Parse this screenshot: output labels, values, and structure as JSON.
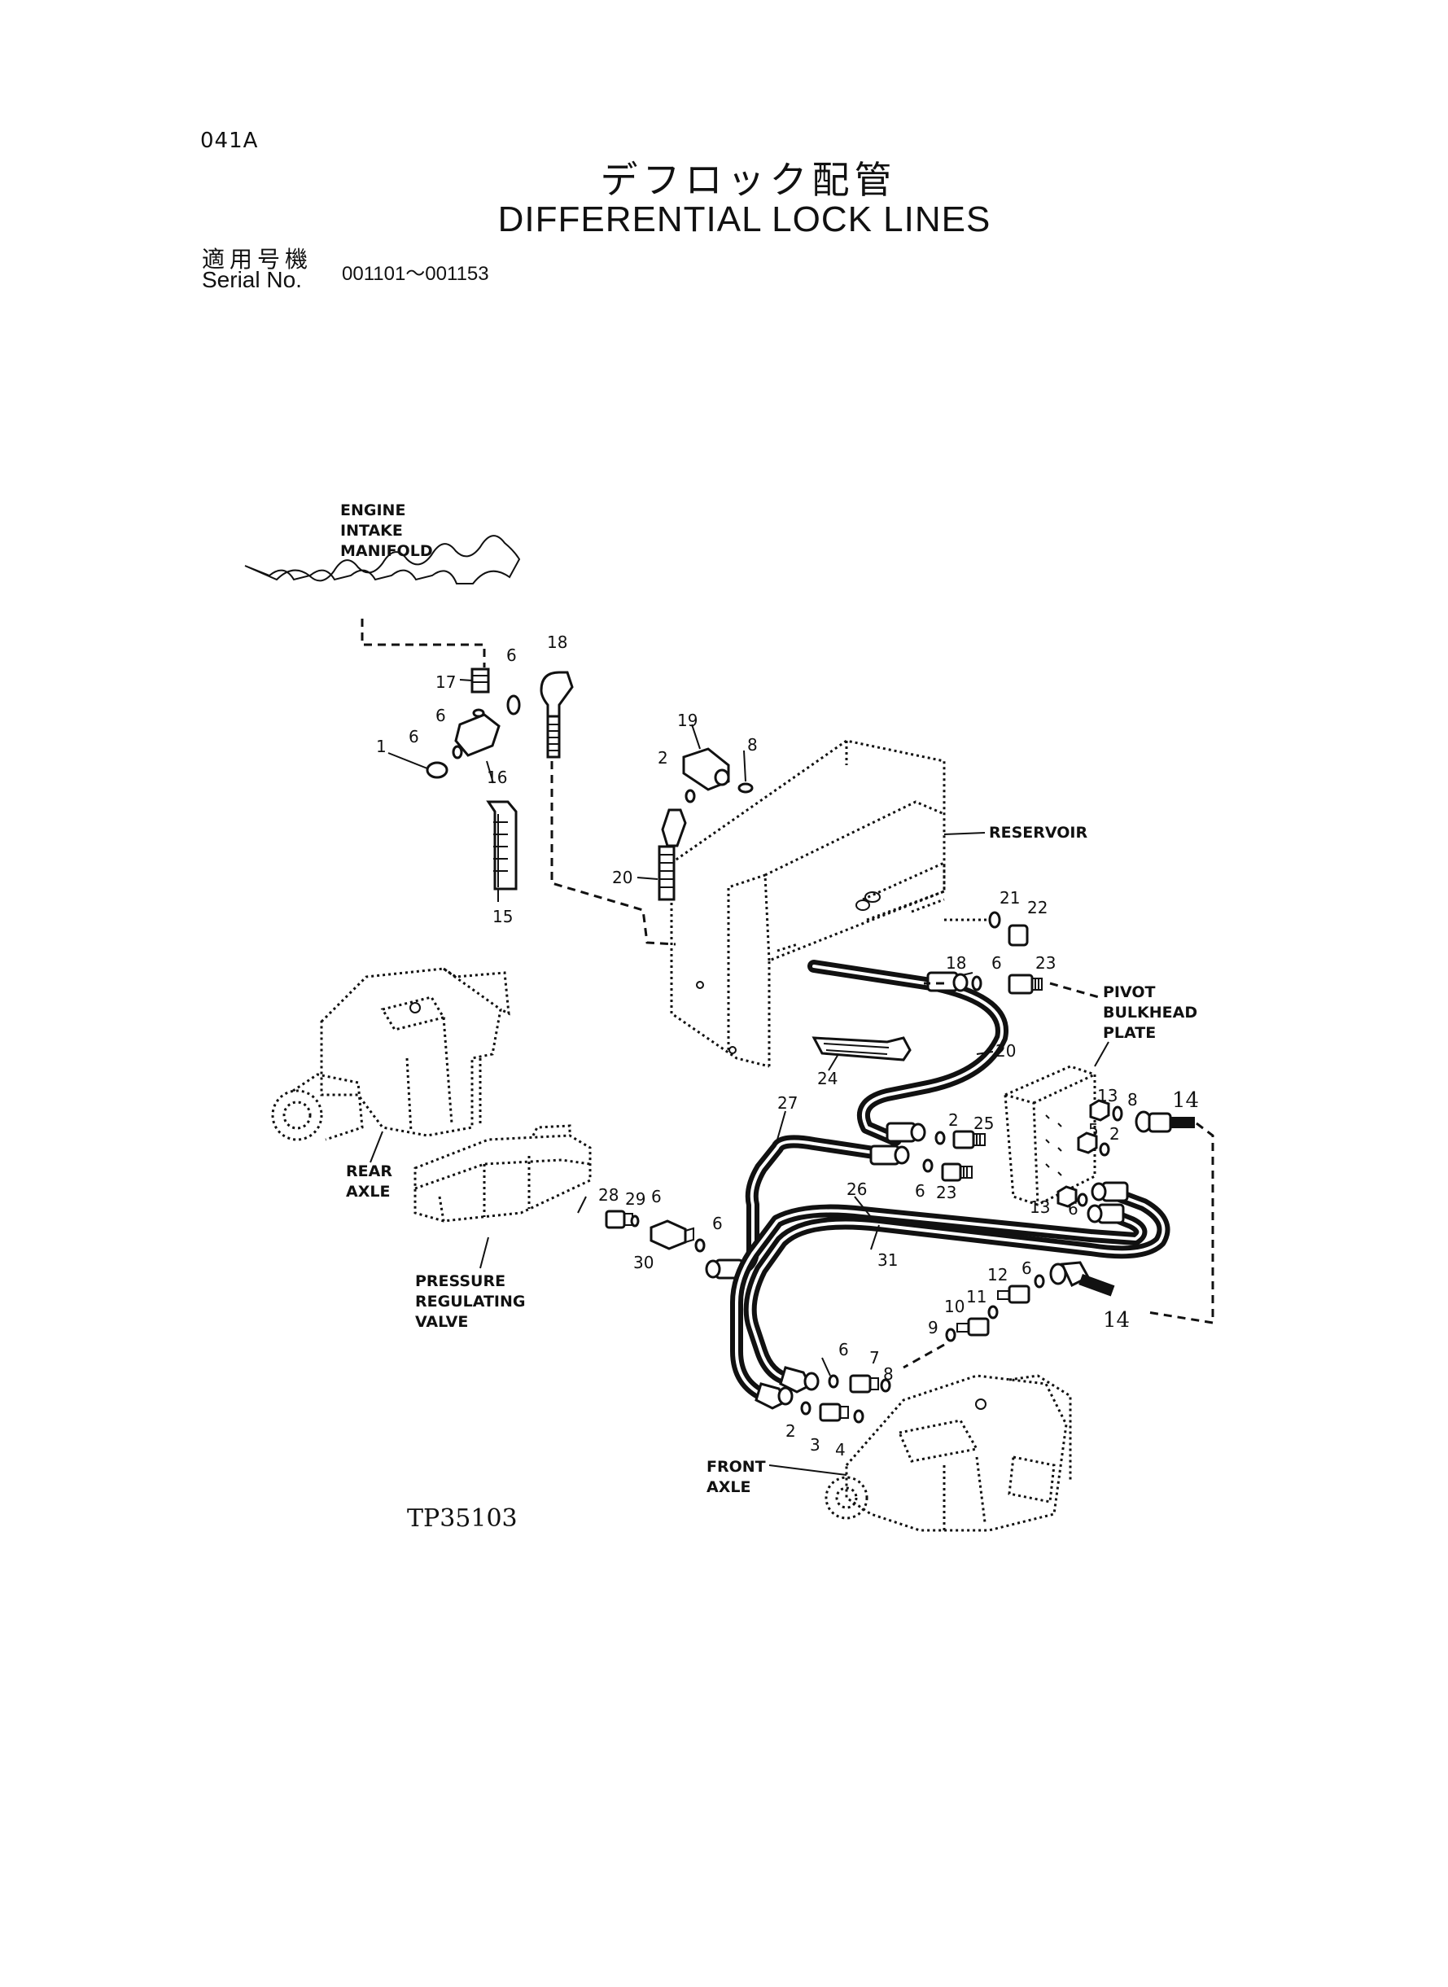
{
  "header": {
    "page_code": "041A",
    "title_jp": "デフロック配管",
    "title_en": "DIFFERENTIAL LOCK LINES",
    "serial_label_jp": "適用号機",
    "serial_label_en": "Serial No.",
    "serial_range": "001101～001153"
  },
  "diagram": {
    "labels": {
      "engine_intake_manifold": [
        "ENGINE",
        "INTAKE",
        "MANIFOLD"
      ],
      "reservoir": "RESERVOIR",
      "pivot_bulkhead_plate": [
        "PIVOT",
        "BULKHEAD",
        "PLATE"
      ],
      "rear_axle": [
        "REAR",
        "AXLE"
      ],
      "pressure_regulating_valve": [
        "PRESSURE",
        "REGULATING",
        "VALVE"
      ],
      "front_axle": [
        "FRONT",
        "AXLE"
      ]
    },
    "part_numbers": [
      "1",
      "2",
      "3",
      "4",
      "5",
      "6",
      "7",
      "8",
      "9",
      "10",
      "11",
      "12",
      "13",
      "14",
      "15",
      "16",
      "17",
      "18",
      "19",
      "20",
      "21",
      "22",
      "23",
      "24",
      "25",
      "26",
      "27",
      "28",
      "29",
      "30",
      "31"
    ],
    "callouts": {
      "c1": "1",
      "c6a": "6",
      "c6b": "6",
      "c6c": "6",
      "c17": "17",
      "c16": "16",
      "c18a": "18",
      "c15": "15",
      "c19": "19",
      "c2a": "2",
      "c8a": "8",
      "c20a": "20",
      "c21": "21",
      "c22": "22",
      "c18b": "18",
      "c6d": "6",
      "c23a": "23",
      "c20b": "20",
      "c24": "24",
      "c27": "27",
      "c2b": "2",
      "c25": "25",
      "c6e": "6",
      "c23b": "23",
      "c13a": "13",
      "c8b": "8",
      "c14a": "14",
      "c5a": "5",
      "c2c": "2",
      "c13b": "13",
      "c6f": "6",
      "c28": "28",
      "c29": "29",
      "c6g": "6",
      "c30": "30",
      "c6h": "6",
      "c26": "26",
      "c31": "31",
      "c12": "12",
      "c6i": "6",
      "c14b": "14",
      "c11": "11",
      "c10": "10",
      "c9": "9",
      "c6j": "6",
      "c7": "7",
      "c8c": "8",
      "c2d": "2",
      "c3": "3",
      "c4": "4"
    },
    "drawing_code": "TP35103"
  }
}
